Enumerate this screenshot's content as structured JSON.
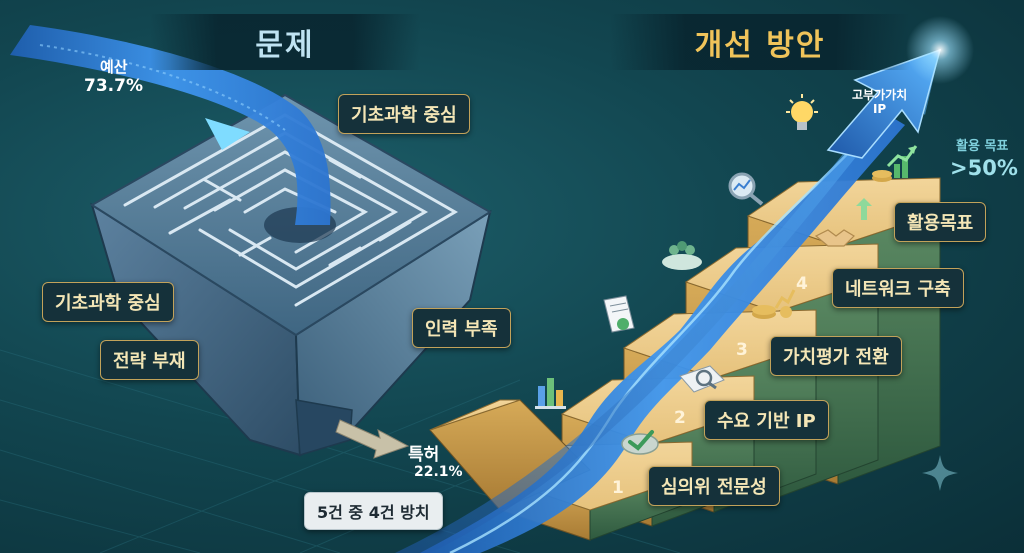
{
  "headers": {
    "problem": "문제",
    "solution": "개선 방안"
  },
  "problem": {
    "budget_label": "예산",
    "budget_value": "73.7%",
    "patent_label": "특허",
    "patent_value": "22.1%",
    "unused_note": "5건 중 4건 방치",
    "issues": [
      "기초과학 중심",
      "기초과학 중심",
      "전략 부재",
      "인력 부족"
    ]
  },
  "solution": {
    "arrow_label": "고부가가치\nIP",
    "target_label": "활용 목표",
    "target_value": ">50%",
    "steps": [
      {
        "num": "1",
        "label": "심의위 전문성"
      },
      {
        "num": "2",
        "label": "수요 기반 IP"
      },
      {
        "num": "3",
        "label": "가치평가 전환"
      },
      {
        "num": "4",
        "label": "네트워크 구축"
      },
      {
        "num": "",
        "label": "활용목표"
      }
    ]
  },
  "icons": [
    "bar-chart-icon",
    "check-icon",
    "document-icon",
    "magnifier-document-icon",
    "people-icon",
    "coins-icon",
    "magnifier-chart-icon",
    "handshake-icon",
    "lightbulb-icon",
    "growth-chart-icon",
    "up-arrows-icon",
    "sparkle-icon"
  ],
  "colors": {
    "background": "#124650",
    "accent_gold": "#f0c45a",
    "header_blue": "#bfe3f2",
    "stream_blue": "#2f7fd6",
    "step_gold": "#d9b061",
    "step_green": "#4f7a57"
  }
}
